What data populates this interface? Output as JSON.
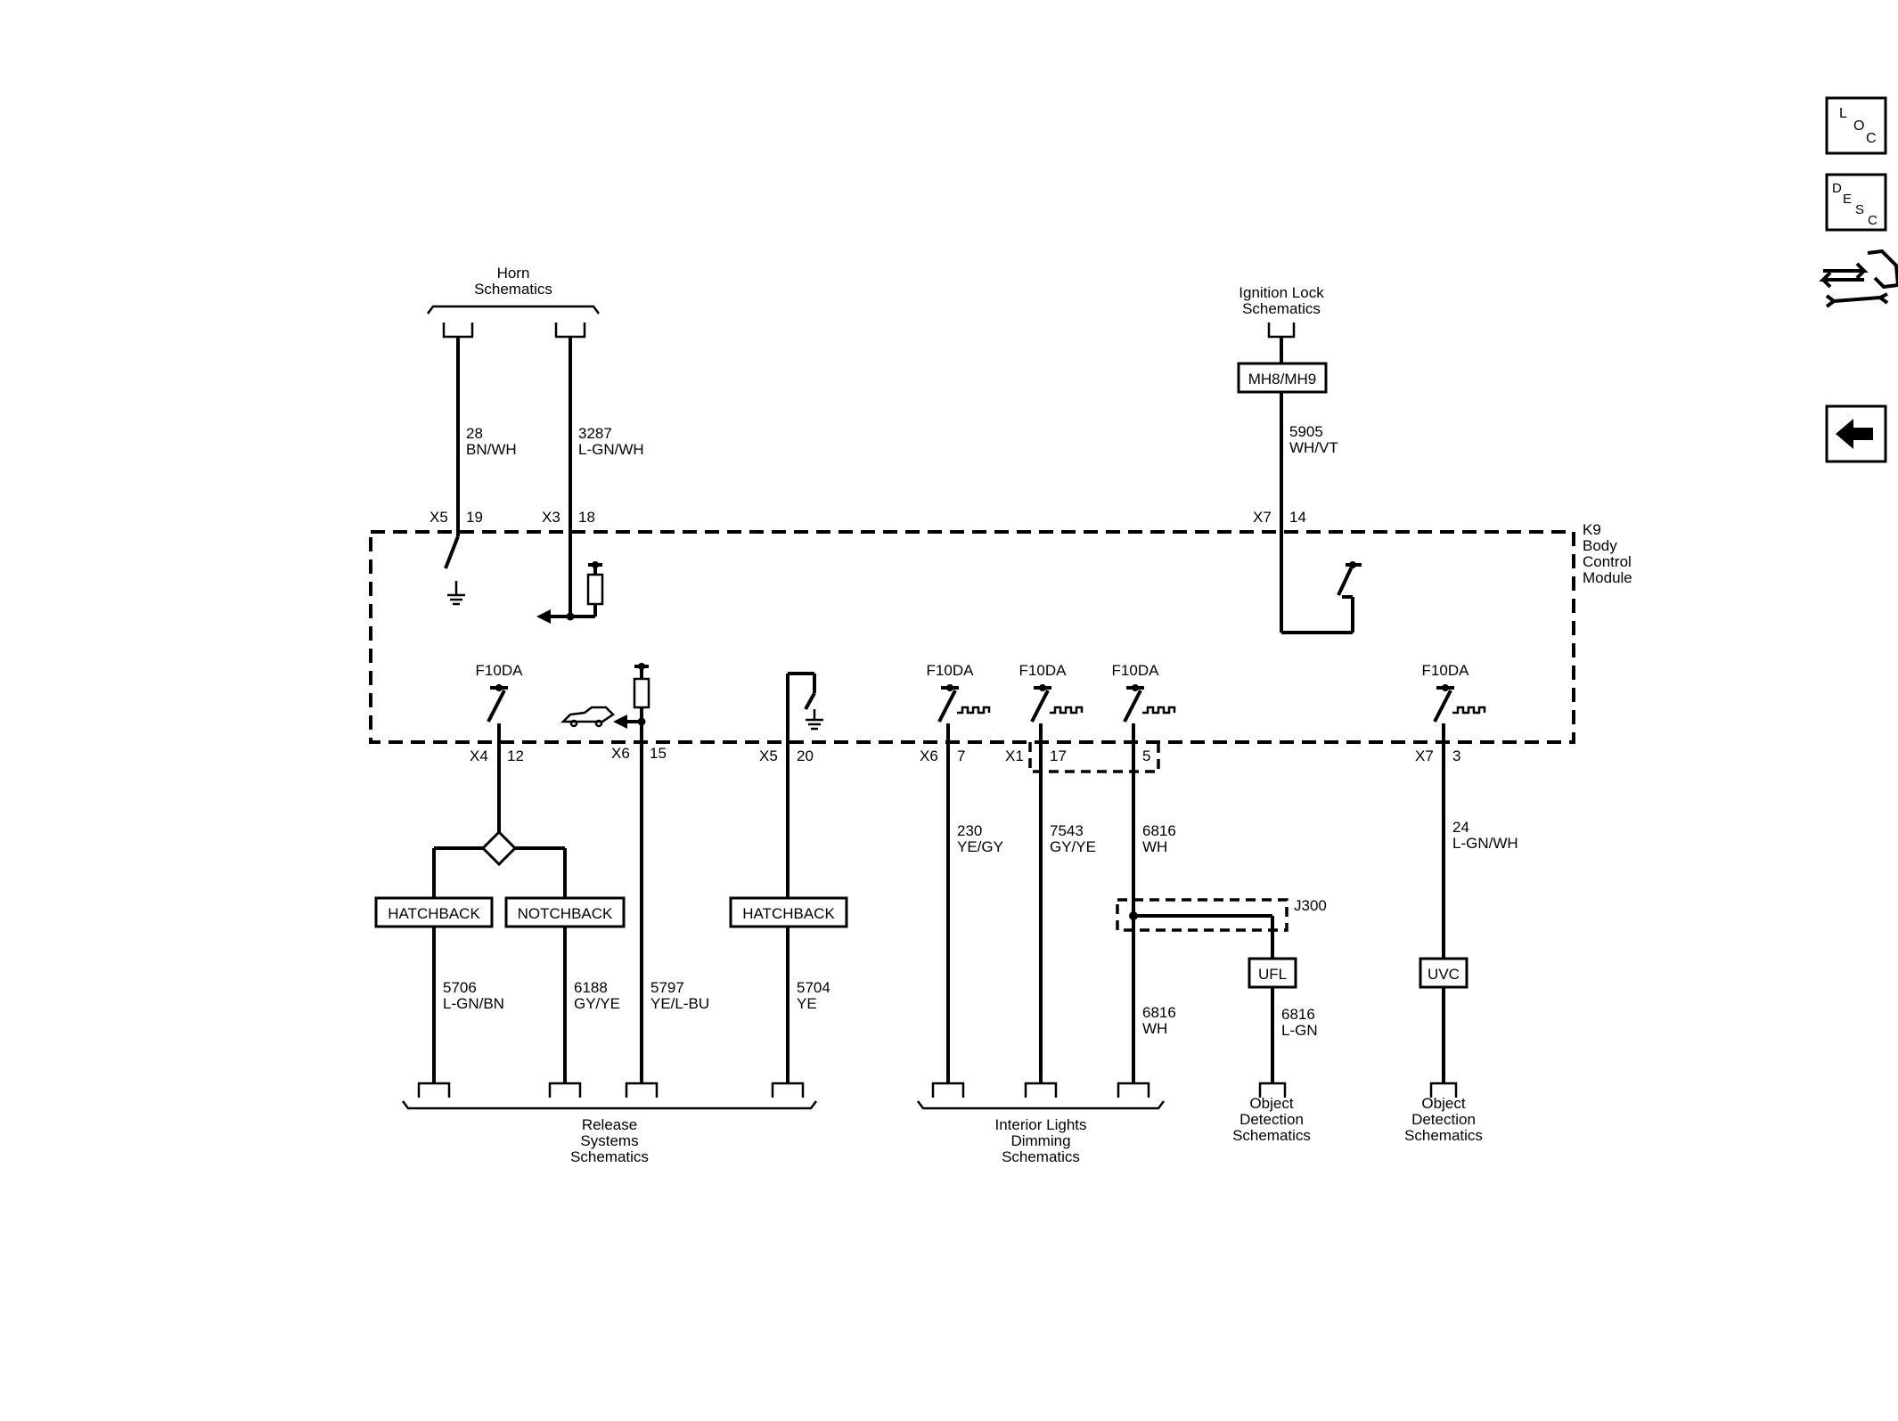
{
  "module": {
    "ref": "K9",
    "name_lines": [
      "Body",
      "Control",
      "Module"
    ]
  },
  "top_refs": {
    "horn": [
      "Horn",
      "Schematics"
    ],
    "ignition": [
      "Ignition Lock",
      "Schematics"
    ]
  },
  "bottom_refs": {
    "release": [
      "Release",
      "Systems",
      "Schematics"
    ],
    "dimming": [
      "Interior Lights",
      "Dimming",
      "Schematics"
    ],
    "object1": [
      "Object",
      "Detection",
      "Schematics"
    ],
    "object2": [
      "Object",
      "Detection",
      "Schematics"
    ]
  },
  "inline_connector": "MH8/MH9",
  "splice": "J300",
  "pins": [
    {
      "connector": "X5",
      "pin": "19"
    },
    {
      "connector": "X3",
      "pin": "18"
    },
    {
      "connector": "X7",
      "pin": "14"
    },
    {
      "connector": "X4",
      "pin": "12"
    },
    {
      "connector": "X6",
      "pin": "15"
    },
    {
      "connector": "X5",
      "pin": "20"
    },
    {
      "connector": "X6",
      "pin": "7"
    },
    {
      "connector": "X1",
      "pin": "17"
    },
    {
      "connector": "",
      "pin": "5"
    },
    {
      "connector": "X7",
      "pin": "3"
    }
  ],
  "fuses": [
    "F10DA",
    "F10DA",
    "F10DA",
    "F10DA",
    "F10DA"
  ],
  "wires": [
    {
      "circuit": "28",
      "color": "BN/WH"
    },
    {
      "circuit": "3287",
      "color": "L-GN/WH"
    },
    {
      "circuit": "5905",
      "color": "WH/VT"
    },
    {
      "circuit": "5706",
      "color": "L-GN/BN"
    },
    {
      "circuit": "6188",
      "color": "GY/YE"
    },
    {
      "circuit": "5797",
      "color": "YE/L-BU"
    },
    {
      "circuit": "5704",
      "color": "YE"
    },
    {
      "circuit": "230",
      "color": "YE/GY"
    },
    {
      "circuit": "7543",
      "color": "GY/YE"
    },
    {
      "circuit": "6816",
      "color": "WH"
    },
    {
      "circuit": "6816",
      "color": "WH"
    },
    {
      "circuit": "6816",
      "color": "L-GN"
    },
    {
      "circuit": "24",
      "color": "L-GN/WH"
    }
  ],
  "options": {
    "hatchback_1": "HATCHBACK",
    "notchback": "NOTCHBACK",
    "hatchback_2": "HATCHBACK",
    "ufl": "UFL",
    "uvc": "UVC"
  },
  "nav": {
    "loc": [
      "L",
      "O",
      "C"
    ],
    "desc": [
      "D",
      "E",
      "S",
      "C"
    ],
    "connector_icon": "connector-tools-icon",
    "back_icon": "back-arrow-icon"
  }
}
